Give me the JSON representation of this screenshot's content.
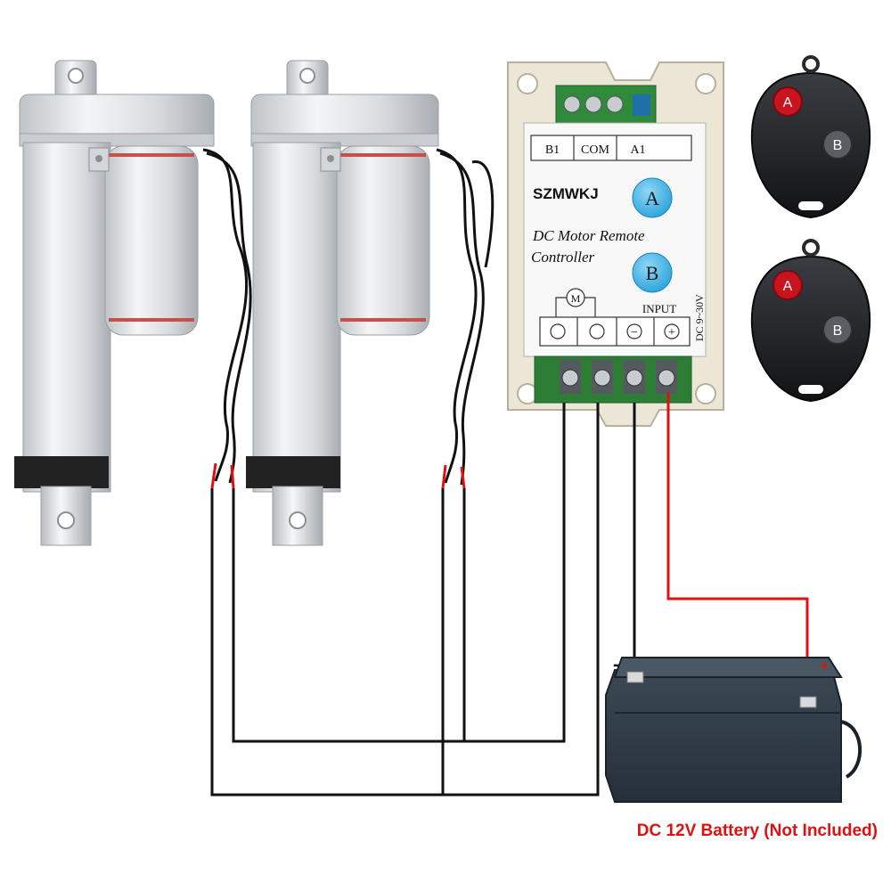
{
  "controller": {
    "brand": "SZMWKJ",
    "title_line1": "DC Motor Remote",
    "title_line2": "Controller",
    "button_a": "A",
    "button_b": "B",
    "terminal_b1": "B1",
    "terminal_com": "COM",
    "terminal_a1": "A1",
    "motor_symbol": "M",
    "input_label": "INPUT",
    "voltage_range": "DC 9~30V",
    "minus_symbol": "−",
    "plus_symbol": "+"
  },
  "remotes": [
    {
      "button_a": "A",
      "button_b": "B"
    },
    {
      "button_a": "A",
      "button_b": "B"
    }
  ],
  "battery": {
    "negative_mark": "-",
    "positive_mark": "+",
    "caption": "DC 12V Battery (Not Included)"
  },
  "colors": {
    "wire_black": "#111111",
    "wire_red": "#e01010",
    "caption": "#e01010",
    "controller_button": "#3eb4e8",
    "remote_red_button": "#c8141e",
    "battery_body": "#2e3a45"
  }
}
